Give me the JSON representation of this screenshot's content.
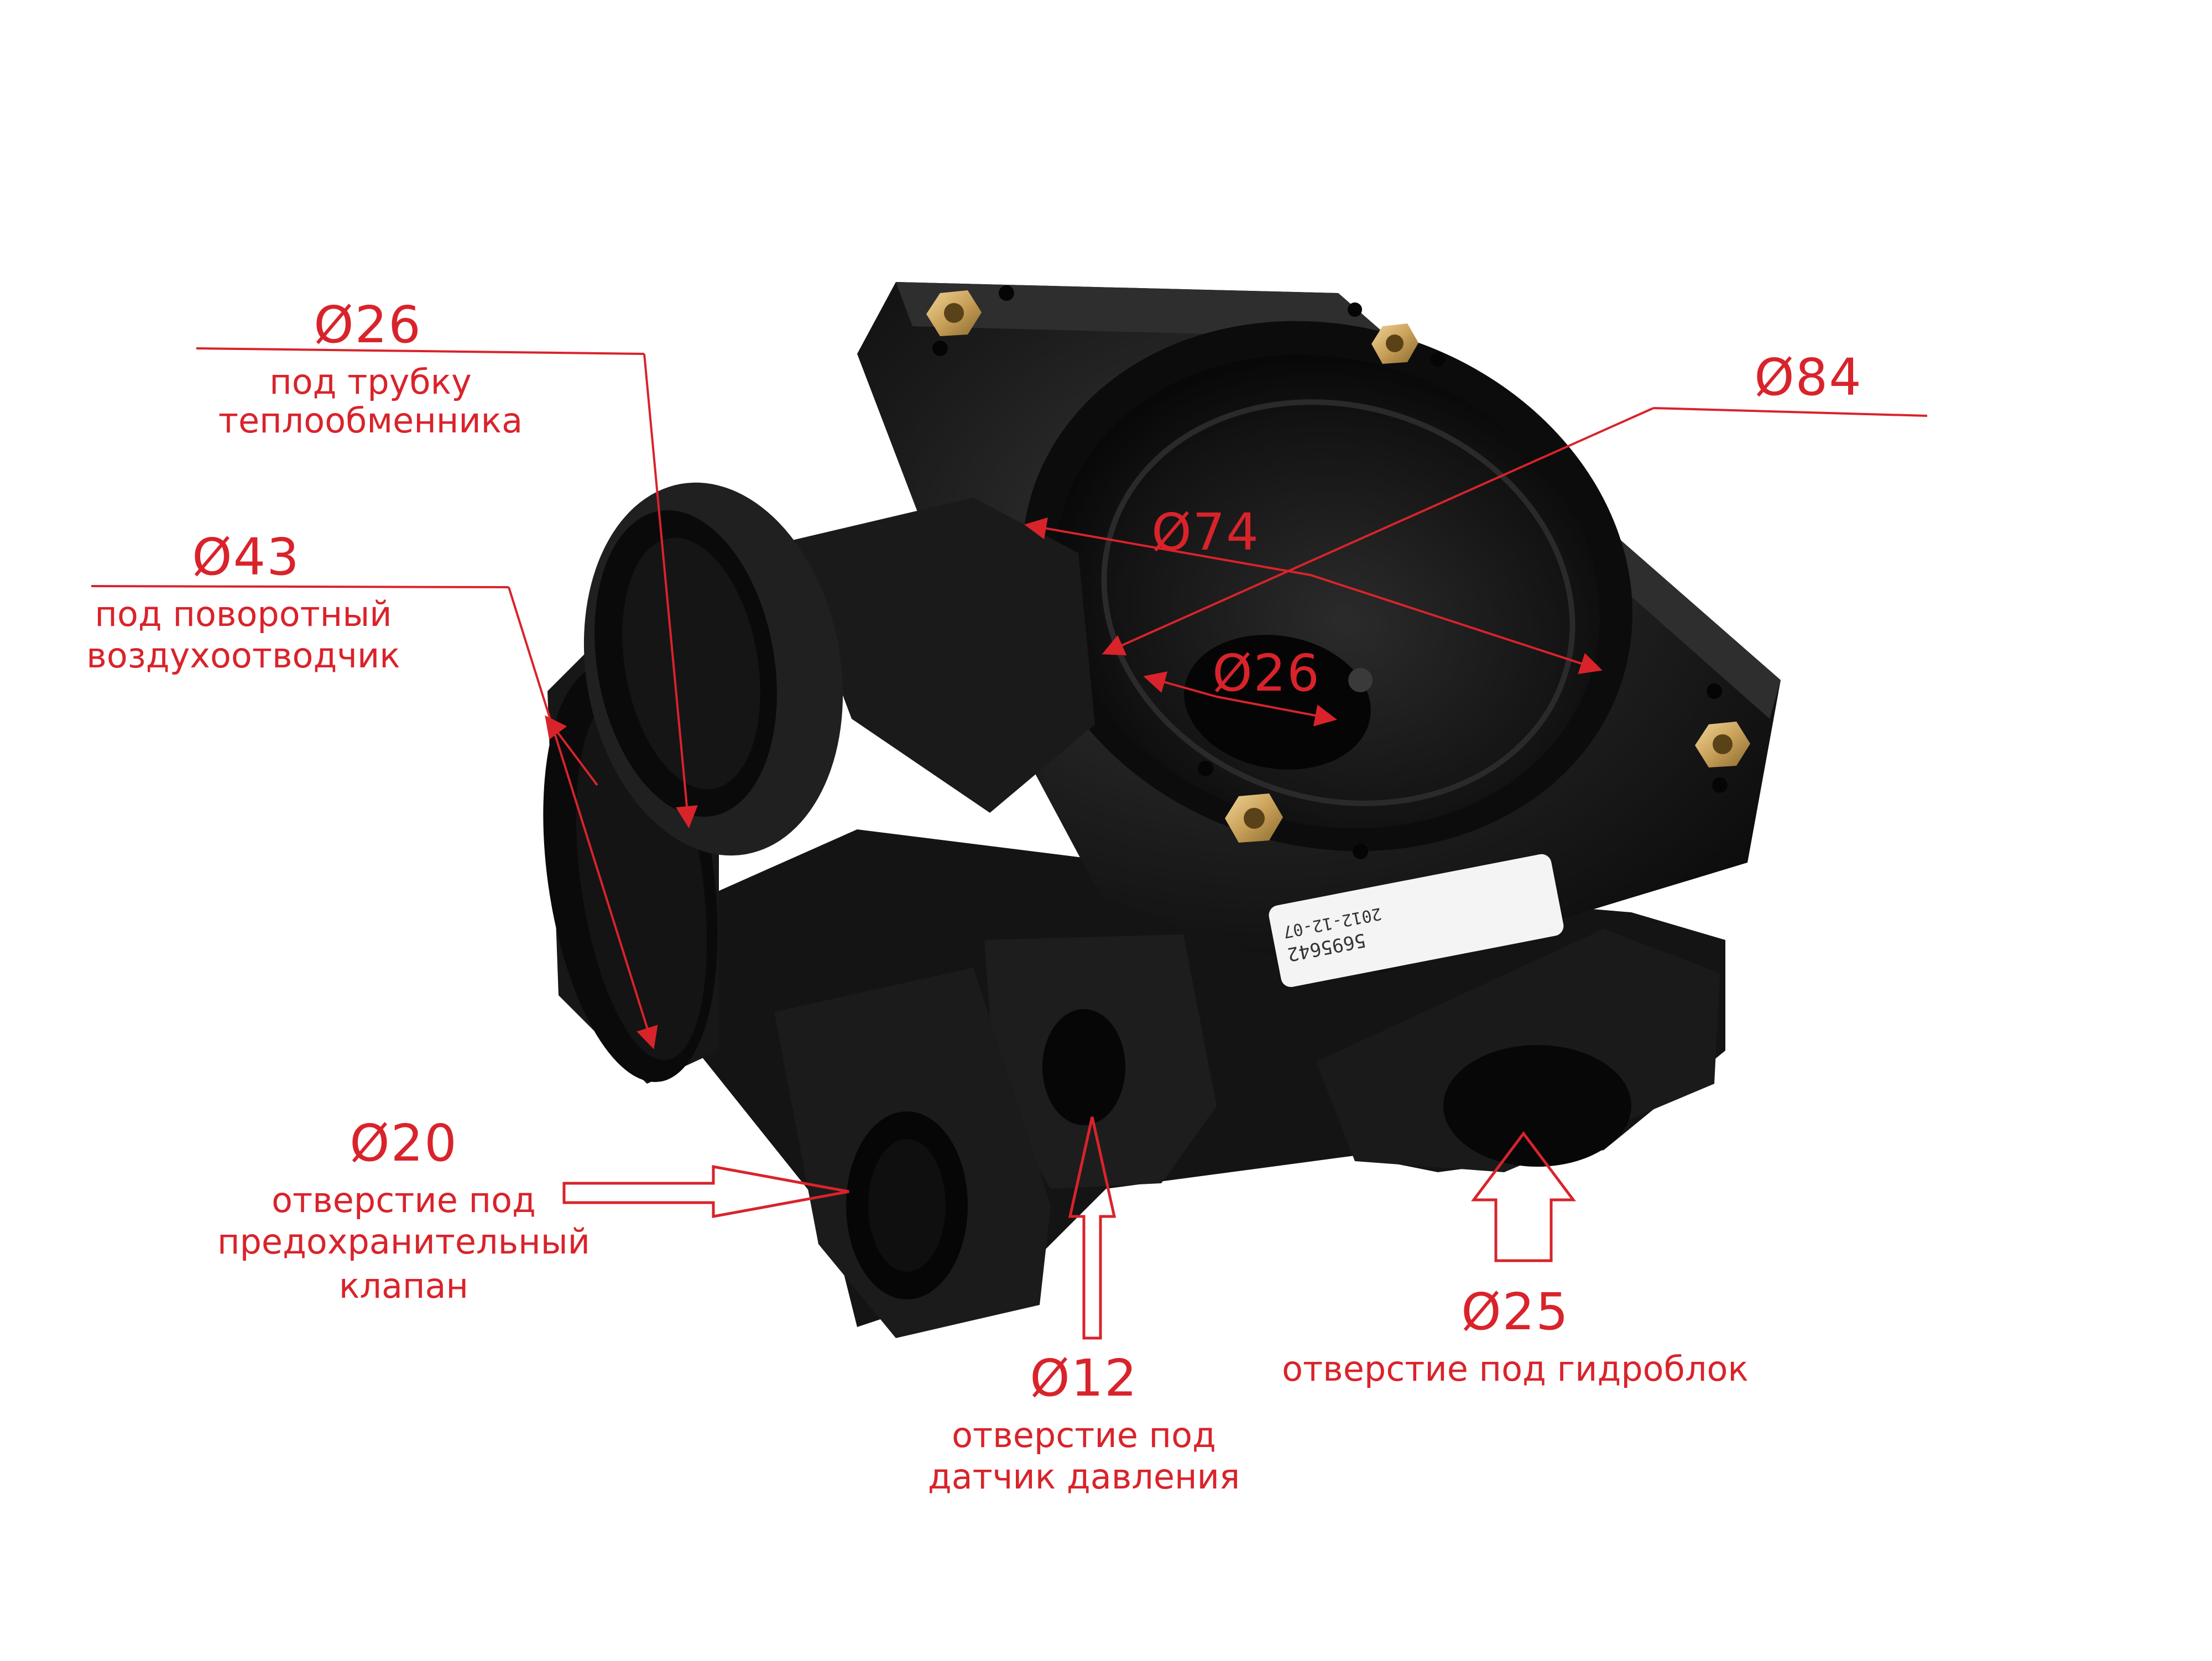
{
  "colors": {
    "annotation": "#d9232b",
    "part_body": "#151515",
    "brass_insert": "#c9a15a",
    "background": "#ffffff"
  },
  "part": {
    "sticker_line1": "5695642",
    "sticker_line2": "2012-12-07"
  },
  "annotations": {
    "d26_top": {
      "dim": "Ø26",
      "desc1": "под трубку",
      "desc2": "теплообменника"
    },
    "d43": {
      "dim": "Ø43",
      "desc1": "под поворотный",
      "desc2": "воздухоотводчик"
    },
    "d84": {
      "dim": "Ø84"
    },
    "d74": {
      "dim": "Ø74"
    },
    "d26_inner": {
      "dim": "Ø26"
    },
    "d20": {
      "dim": "Ø20",
      "desc1": "отверстие под",
      "desc2": "предохранительный",
      "desc3": "клапан"
    },
    "d12": {
      "dim": "Ø12",
      "desc1": "отверстие под",
      "desc2": "датчик давления"
    },
    "d25": {
      "dim": "Ø25",
      "desc1": "отверстие под гидроблок"
    }
  }
}
